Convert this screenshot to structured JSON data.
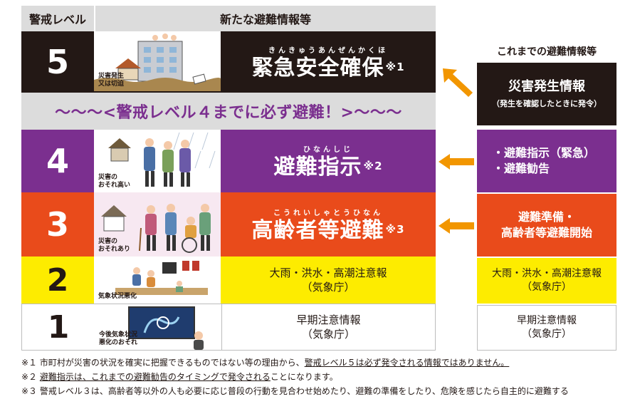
{
  "header": {
    "level_label": "警戒レベル",
    "new_info_label": "新たな避難情報等"
  },
  "colors": {
    "black": "#231815",
    "purple": "#7b2f8f",
    "red": "#e94b1b",
    "yellow": "#fdec00",
    "white": "#ffffff",
    "gray": "#dcdcdc",
    "arrow": "#f29600"
  },
  "banner": "〜〜〜<警戒レベル４までに必ず避難！>〜〜〜",
  "levels": [
    {
      "number": "5",
      "picture_caption": "災害発生\n又は切迫",
      "ruby": "きんきゅうあんぜんかくほ",
      "title": "緊急安全確保",
      "note_mark": "※1",
      "icon": "flooded-building-icon"
    },
    {
      "number": "4",
      "picture_caption": "災害の\nおそれ高い",
      "ruby": "ひなんしじ",
      "title": "避難指示",
      "note_mark": "※2",
      "icon": "evacuating-people-icon"
    },
    {
      "number": "3",
      "picture_caption": "災害の\nおそれあり",
      "ruby": "こうれいしゃとうひなん",
      "title": "高齢者等避難",
      "note_mark": "※3",
      "icon": "elderly-evacuation-icon"
    },
    {
      "number": "2",
      "picture_caption": "気象状況悪化",
      "line1": "大雨・洪水・高潮注意報",
      "line2": "（気象庁）",
      "icon": "family-watching-weather-icon"
    },
    {
      "number": "1",
      "picture_caption": "今後気象状況\n悪化のおそれ",
      "line1": "早期注意情報",
      "line2": "（気象庁）",
      "icon": "weather-forecast-screen-icon"
    }
  ],
  "previous": {
    "title": "これまでの避難情報等",
    "level5_line1": "災害発生情報",
    "level5_line2": "（発生を確認したときに発令）",
    "level4_line1": "・避難指示（緊急）",
    "level4_line2": "・避難勧告",
    "level3_line1": "避難準備・",
    "level3_line2": "高齢者等避難開始",
    "level2_line1": "大雨・洪水・高潮注意報",
    "level2_line2": "（気象庁）",
    "level1_line1": "早期注意情報",
    "level1_line2": "（気象庁）"
  },
  "notes": {
    "n1_prefix": "※１ 市町村が災害の状況を確実に把握できるものではない等の理由から、",
    "n1_underlined": "警戒レベル５は必ず発令される情報ではありません。",
    "n2_prefix": "※２ ",
    "n2_underlined": "避難指示は、これまでの避難勧告のタイミングで発令される",
    "n2_suffix": "ことになります。",
    "n3": "※３ 警戒レベル３は、高齢者等以外の人も必要に応じ普段の行動を見合わせ始めたり、避難の準備をしたり、危険を感じたら自主的に避難する"
  }
}
